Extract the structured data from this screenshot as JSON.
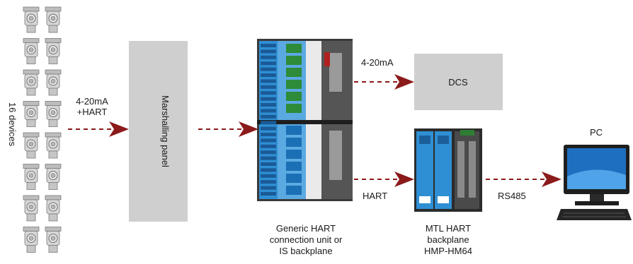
{
  "devices": {
    "label": "16 devices",
    "count": 16
  },
  "signals": {
    "analog_hart": [
      "4-20mA",
      "+HART"
    ],
    "analog": "4-20mA",
    "hart": "HART",
    "rs485": "RS485"
  },
  "marshalling": {
    "label": "Marshalling panel"
  },
  "dcs": {
    "label": "DCS"
  },
  "pc": {
    "label": "PC"
  },
  "connection_unit": {
    "caption": [
      "Generic HART",
      "connection unit or",
      "IS backplane"
    ]
  },
  "mtl_backplane": {
    "caption": [
      "MTL HART",
      "backplane",
      "HMP-HM64"
    ]
  },
  "colors": {
    "arrow": "#8b1a1a",
    "box": "#cfcfcf",
    "module_blue": "#2f8fd4"
  }
}
